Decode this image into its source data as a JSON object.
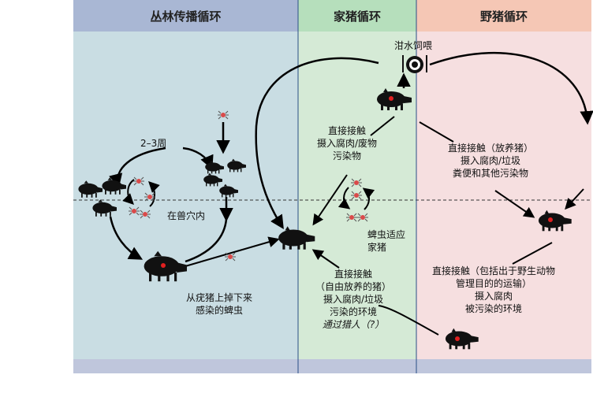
{
  "headers": {
    "jungle": "丛林传播循环",
    "domestic": "家猪循环",
    "wild": "野猪循环"
  },
  "labels": {
    "water_feed": "泔水饲喂",
    "weeks": "2–3周",
    "in_burrow": "在兽穴内",
    "fallen_ticks": [
      "从疣猪上掉下来",
      "感染的蜱虫"
    ],
    "domestic_direct": [
      "直接接触",
      "摄入腐肉/废物",
      "污染物"
    ],
    "tick_adapt": [
      "蜱虫适应",
      "家猪"
    ],
    "free_range": [
      "直接接触",
      "（自由放养的猪）",
      "摄入腐肉/垃圾",
      "污染的环境"
    ],
    "via_hunters": "通过猎人（?）",
    "wild_top": [
      "直接接触（放养猪）",
      "摄入腐肉/垃圾",
      "粪便和其他污染物"
    ],
    "wild_bottom": [
      "直接接触（包括出于野生动物",
      "管理目的的运输）",
      "摄入腐肉",
      "被污染的环境"
    ]
  },
  "colors": {
    "jungle_bg": "#c9dde3",
    "jungle_hdr": "#a9b7d4",
    "domestic_bg": "#d5ead6",
    "domestic_hdr": "#b6dfbc",
    "wild_bg": "#f6dfe0",
    "wild_hdr": "#f5c7b5",
    "bottom_band": "#bfc6dc",
    "infection": "#e02020"
  }
}
